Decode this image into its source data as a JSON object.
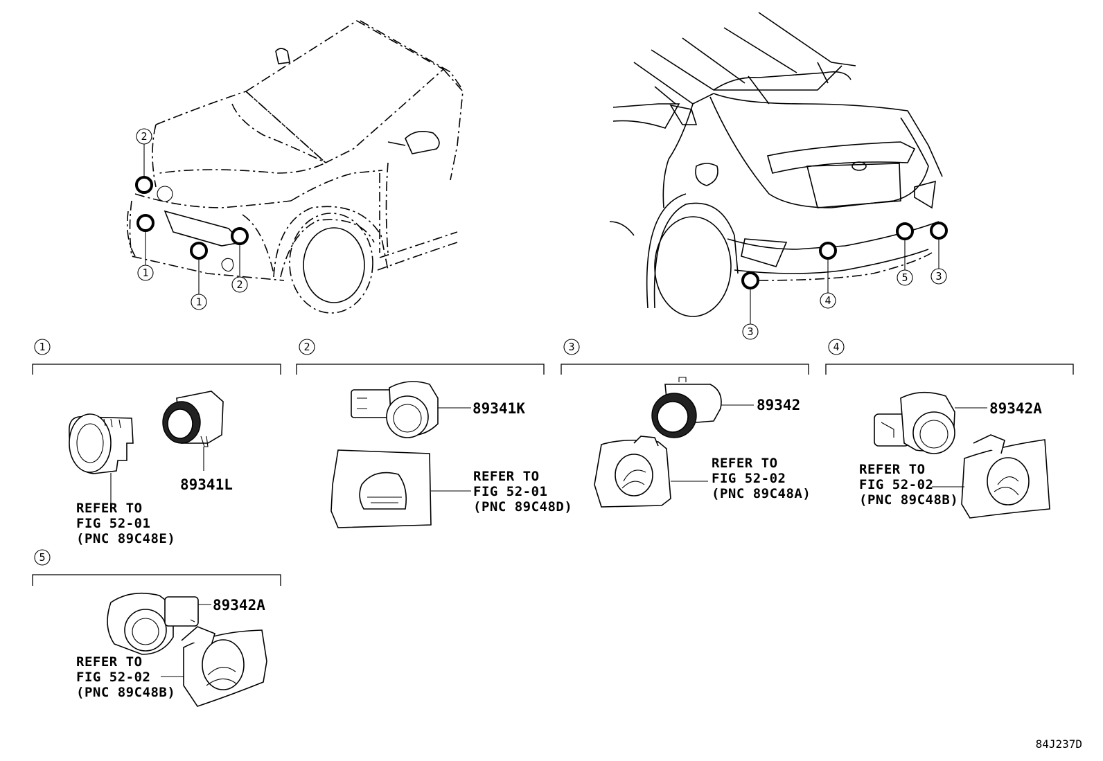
{
  "diagram_code": "84J237D",
  "callouts": {
    "c1": "1",
    "c2": "2",
    "c3": "3",
    "c4": "4",
    "c5": "5"
  },
  "sections": {
    "s1": {
      "number": "1",
      "part_number": "89341L",
      "refer": [
        "REFER TO",
        "FIG 52-01",
        "(PNC 89C48E)"
      ]
    },
    "s2": {
      "number": "2",
      "part_number": "89341K",
      "refer": [
        "REFER TO",
        "FIG 52-01",
        "(PNC 89C48D)"
      ]
    },
    "s3": {
      "number": "3",
      "part_number": "89342",
      "refer": [
        "REFER TO",
        "FIG 52-02",
        "(PNC 89C48A)"
      ]
    },
    "s4": {
      "number": "4",
      "part_number": "89342A",
      "refer": [
        "REFER TO",
        "FIG 52-02",
        "(PNC 89C48B)"
      ]
    },
    "s5": {
      "number": "5",
      "part_number": "89342A",
      "refer": [
        "REFER TO",
        "FIG 52-02",
        "(PNC 89C48B)"
      ]
    }
  }
}
